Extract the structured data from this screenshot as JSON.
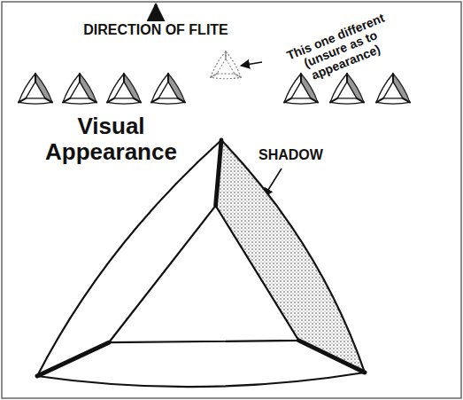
{
  "diagram": {
    "labels": [
      "DIRECTION OF FLITE",
      "This one different (unsure as to appearance)",
      "Visual Appearance",
      "SHADOW"
    ]
  }
}
